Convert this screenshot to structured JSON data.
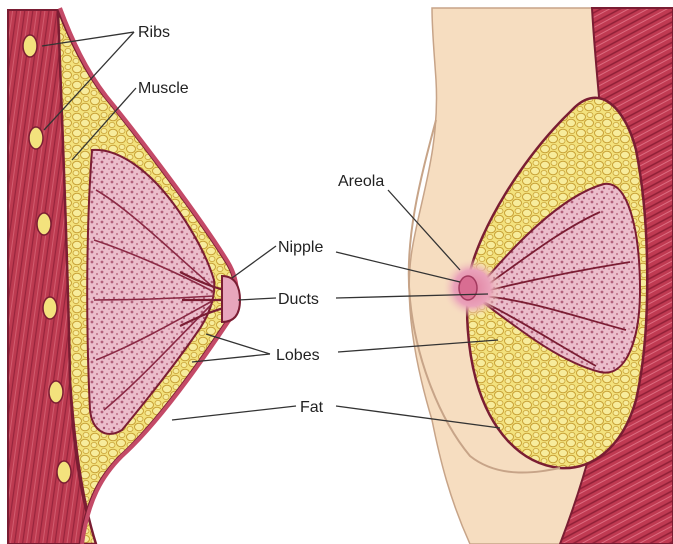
{
  "labels": {
    "ribs": "Ribs",
    "muscle": "Muscle",
    "areola": "Areola",
    "nipple": "Nipple",
    "ducts": "Ducts",
    "lobes": "Lobes",
    "fat": "Fat"
  },
  "colors": {
    "muscle": "#b8334a",
    "muscle_dark": "#8e1f36",
    "fat": "#f2e07a",
    "fat_outline": "#c9a238",
    "lobe_fill": "#e9b7c6",
    "lobe_speckle": "#b2607c",
    "skin": "#f6ddc0",
    "areola": "#e59ab3",
    "outline": "#7a1d33",
    "leader": "#333333"
  }
}
